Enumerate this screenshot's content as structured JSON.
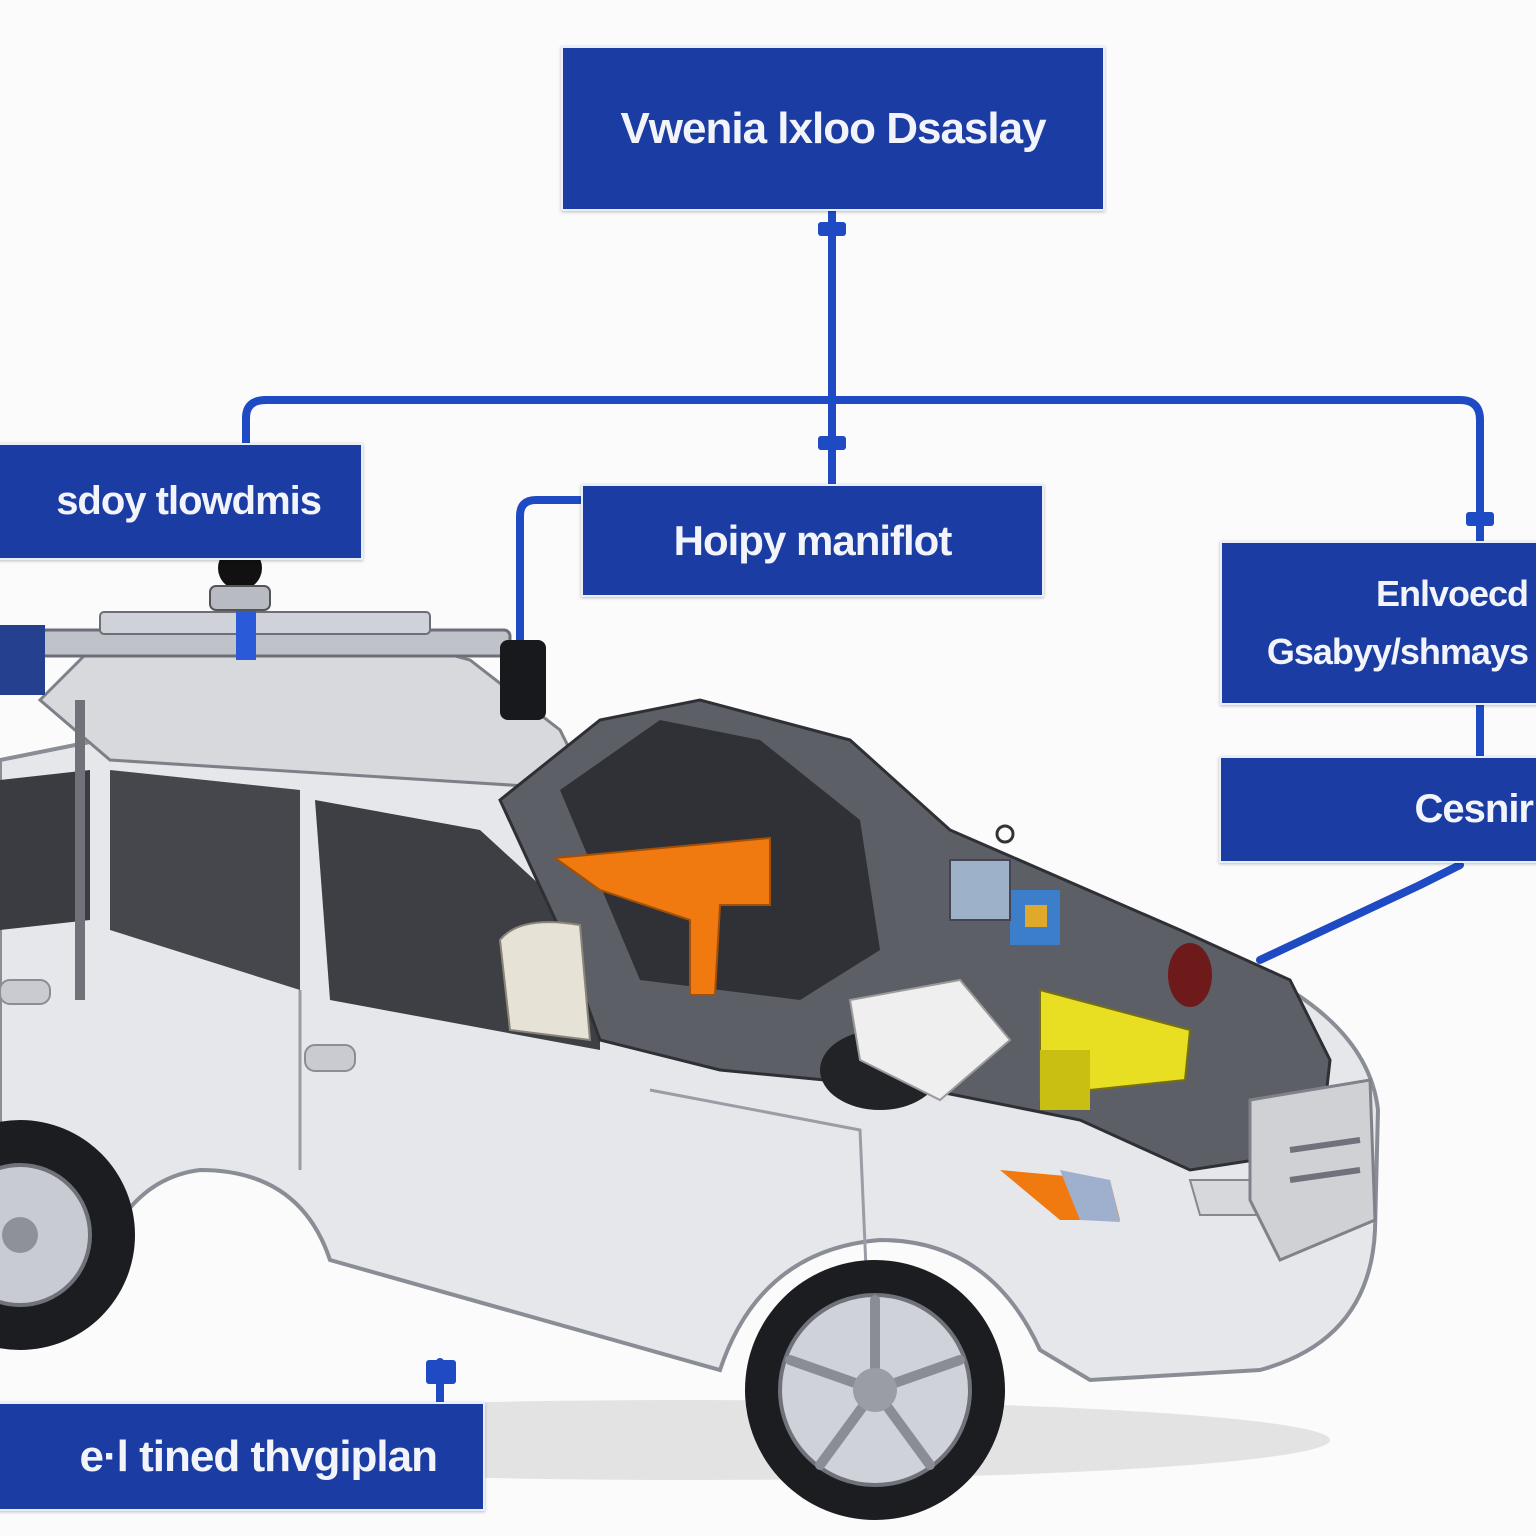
{
  "diagram": {
    "boxes": {
      "top": "Vwenia lxloo  Dsaslay",
      "left": "sdoy tlowdmis",
      "center": "Hoipy maniflot",
      "right": [
        "Enlvoecd",
        "Gsabyy/shmays"
      ],
      "right2": "Cesnir",
      "bottom": "e·l tined thvgiplan"
    },
    "colors": {
      "box_fill": "#1b3da3",
      "box_text": "#f2f4fa",
      "connector": "#1e4bc4",
      "car_body": "#e6e7ea",
      "accent_orange": "#f07a10",
      "accent_yellow": "#e8de22"
    },
    "images": [
      "autonomous-suv-cutaway"
    ]
  }
}
